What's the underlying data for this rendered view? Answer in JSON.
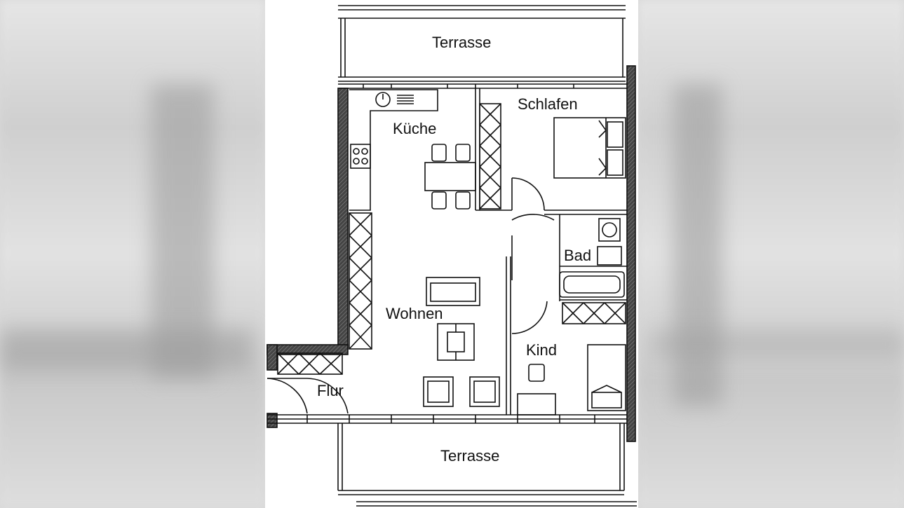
{
  "floor_plan": {
    "rooms": {
      "terrace_top": "Terrasse",
      "kitchen": "Küche",
      "bedroom": "Schlafen",
      "bathroom": "Bad",
      "living": "Wohnen",
      "child": "Kind",
      "hallway": "Flur",
      "terrace_bottom": "Terrasse"
    }
  },
  "colors": {
    "background_blur": "#d9d9d9",
    "plan_paper": "#ffffff",
    "ink": "#111111"
  }
}
